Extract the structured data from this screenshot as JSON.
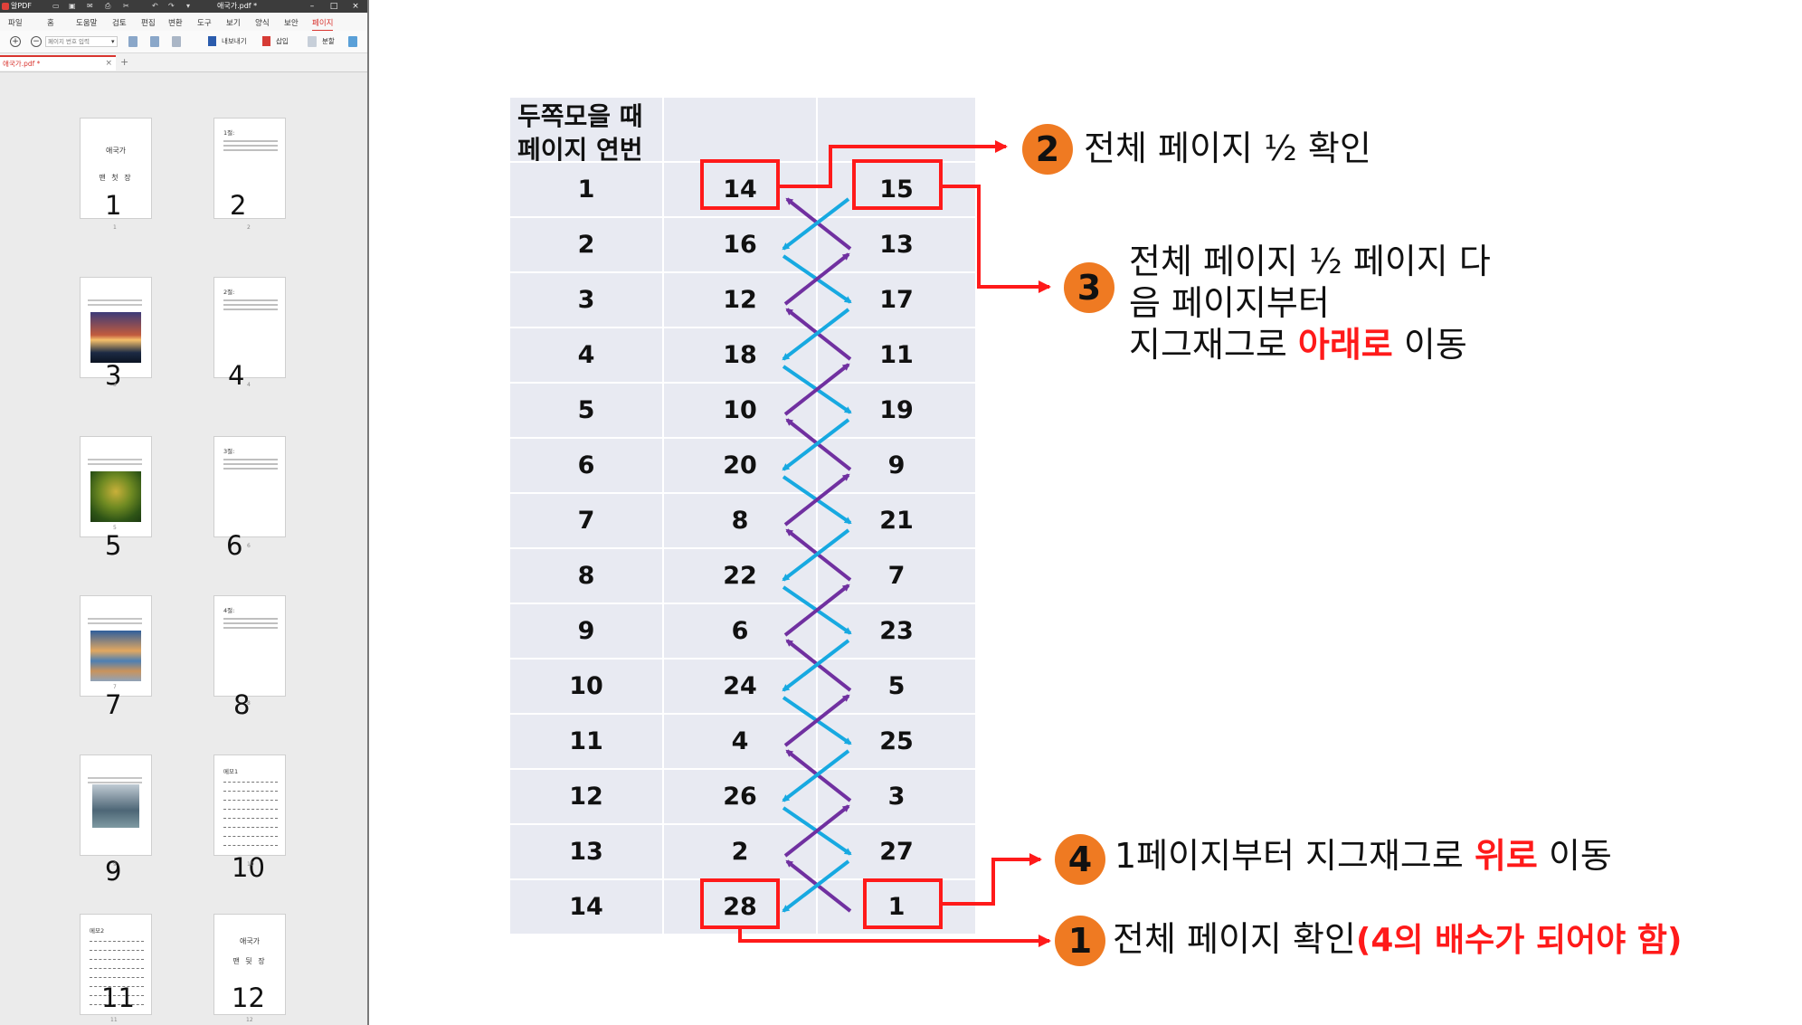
{
  "app": {
    "title": "알PDF",
    "document_title": "애국가.pdf *",
    "menu": [
      "파일",
      "홈",
      "도움말",
      "검토",
      "편집",
      "변환",
      "도구",
      "보기",
      "양식",
      "보안",
      "페이지"
    ],
    "active_menu": "페이지",
    "toolbar": {
      "page_input_placeholder": "페이지 번호 입력",
      "export_label": "내보내기",
      "insert_label": "삽입",
      "convert_label": "분할"
    },
    "tab": {
      "label": "애국가.pdf *",
      "close": "×",
      "add": "+"
    }
  },
  "thumbnails": [
    {
      "num": "1",
      "title": "애국가",
      "sub": "맨 첫 장",
      "small": "1"
    },
    {
      "num": "2",
      "verse": "1절:",
      "small": "2"
    },
    {
      "num": "3",
      "small": "3"
    },
    {
      "num": "4",
      "verse": "2절:",
      "small": "4"
    },
    {
      "num": "5",
      "small": "5"
    },
    {
      "num": "6",
      "verse": "3절:",
      "small": "6"
    },
    {
      "num": "7",
      "small": "7"
    },
    {
      "num": "8",
      "verse": "4절:",
      "small": "8"
    },
    {
      "num": "9",
      "small": "9"
    },
    {
      "num": "10",
      "memo": "메모1",
      "small": "10"
    },
    {
      "num": "11",
      "memo": "메모2",
      "small": "11"
    },
    {
      "num": "12",
      "title": "애국가",
      "sub": "맨 뒷 장",
      "small": "12"
    }
  ],
  "table": {
    "header_line1": "두쪽모을 때",
    "header_line2": "페이지 연번",
    "rows": [
      {
        "n": "1",
        "left": "14",
        "right": "15"
      },
      {
        "n": "2",
        "left": "16",
        "right": "13"
      },
      {
        "n": "3",
        "left": "12",
        "right": "17"
      },
      {
        "n": "4",
        "left": "18",
        "right": "11"
      },
      {
        "n": "5",
        "left": "10",
        "right": "19"
      },
      {
        "n": "6",
        "left": "20",
        "right": "9"
      },
      {
        "n": "7",
        "left": "8",
        "right": "21"
      },
      {
        "n": "8",
        "left": "22",
        "right": "7"
      },
      {
        "n": "9",
        "left": "6",
        "right": "23"
      },
      {
        "n": "10",
        "left": "24",
        "right": "5"
      },
      {
        "n": "11",
        "left": "4",
        "right": "25"
      },
      {
        "n": "12",
        "left": "26",
        "right": "3"
      },
      {
        "n": "13",
        "left": "2",
        "right": "27"
      },
      {
        "n": "14",
        "left": "28",
        "right": "1"
      }
    ]
  },
  "annotations": {
    "a2": {
      "badge": "2",
      "text": "전체 페이지 ½ 확인"
    },
    "a3": {
      "badge": "3",
      "line1": "전체 페이지 ½ 페이지 다",
      "line2": "음 페이지부터",
      "line3_pre": "지그재그로 ",
      "line3_red": "아래로",
      "line3_post": " 이동"
    },
    "a4": {
      "badge": "4",
      "pre": "1페이지부터 지그재그로 ",
      "red": "위로",
      "post": " 이동"
    },
    "a1": {
      "badge": "1",
      "pre": "전체 페이지 확인",
      "red": "(4의 배수가 되어야 함)"
    }
  },
  "colors": {
    "red": "#ff1a1a",
    "purple": "#7030a0",
    "cyan": "#17a9e1",
    "orange": "#ef7a22",
    "cell": "#e8eaf2"
  }
}
